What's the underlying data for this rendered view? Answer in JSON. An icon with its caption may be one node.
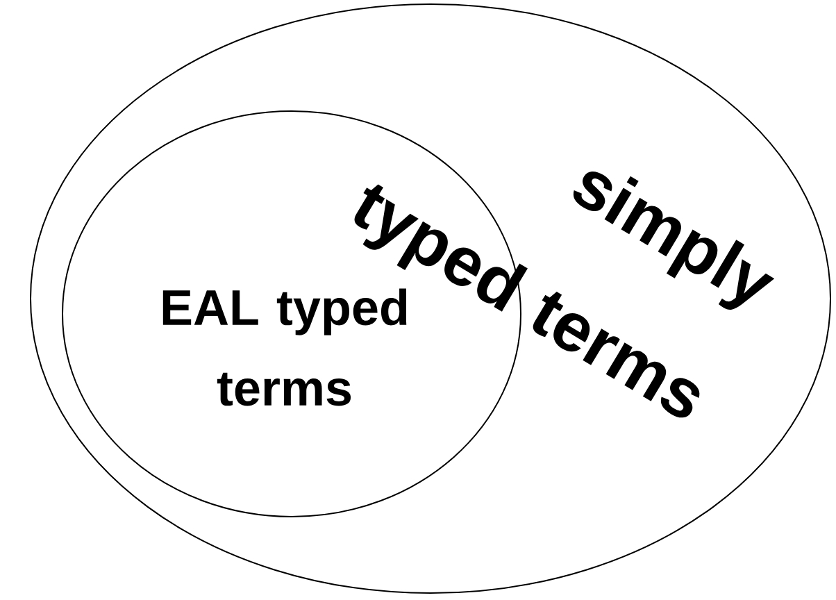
{
  "diagram": {
    "nodes": [
      {
        "text": [
          "simply typed terms"
        ]
      },
      {
        "text": [
          "EAL typed terms"
        ],
        "in": 0
      }
    ]
  }
}
